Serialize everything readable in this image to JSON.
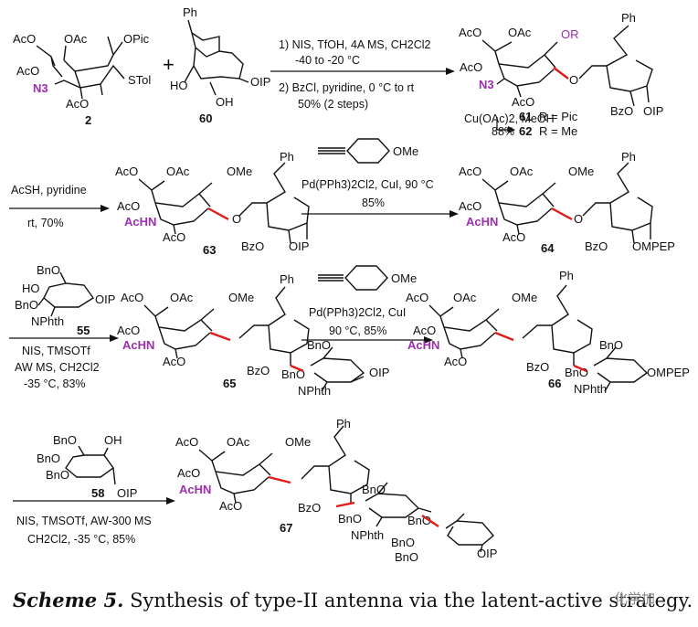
{
  "caption": {
    "label": "Scheme 5.",
    "text": "Synthesis of type-II antenna via the latent-active strategy."
  },
  "watermark": "化学加",
  "compounds": {
    "c2": {
      "num": "2",
      "groups": [
        "AcO",
        "OAc",
        "OPic",
        "AcO",
        "N3",
        "STol",
        "AcO"
      ]
    },
    "c60": {
      "num": "60",
      "groups": [
        "Ph",
        "HO",
        "OH",
        "OIP"
      ]
    },
    "c61": {
      "num_a": "61",
      "num_b": "62",
      "r_pic": "R = Pic",
      "r_me": "R = Me",
      "groups": [
        "AcO",
        "OAc",
        "OR",
        "AcO",
        "N3",
        "AcO",
        "Ph",
        "BzO",
        "OIP",
        "O"
      ]
    },
    "c63": {
      "num": "63",
      "groups": [
        "AcO",
        "OAc",
        "OMe",
        "AcO",
        "AcHN",
        "AcO",
        "Ph",
        "BzO",
        "OIP",
        "O"
      ]
    },
    "c64": {
      "num": "64",
      "groups": [
        "AcO",
        "OAc",
        "OMe",
        "AcO",
        "AcHN",
        "AcO",
        "Ph",
        "BzO",
        "OMPEP",
        "O"
      ]
    },
    "c55": {
      "num": "55",
      "groups": [
        "BnO",
        "HO",
        "BnO",
        "OIP",
        "NPhth"
      ]
    },
    "c65": {
      "num": "65",
      "groups": [
        "AcO",
        "OAc",
        "OMe",
        "AcO",
        "AcHN",
        "AcO",
        "Ph",
        "BzO",
        "BnO",
        "BnO",
        "OIP",
        "NPhth"
      ]
    },
    "c66": {
      "num": "66",
      "groups": [
        "AcO",
        "OAc",
        "OMe",
        "AcO",
        "AcHN",
        "AcO",
        "Ph",
        "BzO",
        "BnO",
        "BnO",
        "OMPEP",
        "NPhth"
      ]
    },
    "c58": {
      "num": "58",
      "groups": [
        "BnO",
        "OH",
        "BnO",
        "BnO",
        "OIP"
      ]
    },
    "c67": {
      "num": "67",
      "groups": [
        "AcO",
        "OAc",
        "OMe",
        "AcO",
        "AcHN",
        "AcO",
        "Ph",
        "BzO",
        "BnO",
        "BnO",
        "NPhth",
        "BnO",
        "BnO",
        "BnO",
        "OIP"
      ]
    },
    "ome_reagent": "OMe"
  },
  "plus": "+",
  "conditions": {
    "step1": [
      "1) NIS, TfOH, 4A MS, CH2Cl2",
      "-40 to -20 °C",
      "2) BzCl, pyridine, 0 °C to rt",
      "50% (2 steps)"
    ],
    "step2": [
      "Cu(OAc)2, MeOH",
      "88%"
    ],
    "step3": [
      "AcSH, pyridine",
      "rt, 70%"
    ],
    "step4": [
      "Pd(PPh3)2Cl2, CuI, 90 °C",
      "85%"
    ],
    "step5": [
      "NIS, TMSOTf",
      "AW MS, CH2Cl2",
      "-35 °C, 83%"
    ],
    "step6": [
      "Pd(PPh3)2Cl2, CuI",
      "90 °C, 85%"
    ],
    "step7": [
      "NIS, TMSOTf, AW-300 MS",
      "CH2Cl2, -35 °C, 85%"
    ]
  },
  "colors": {
    "azide": "#9b2fae",
    "acetamido": "#9b2fae",
    "new_bond": "#e01b1b",
    "text": "#111111"
  }
}
